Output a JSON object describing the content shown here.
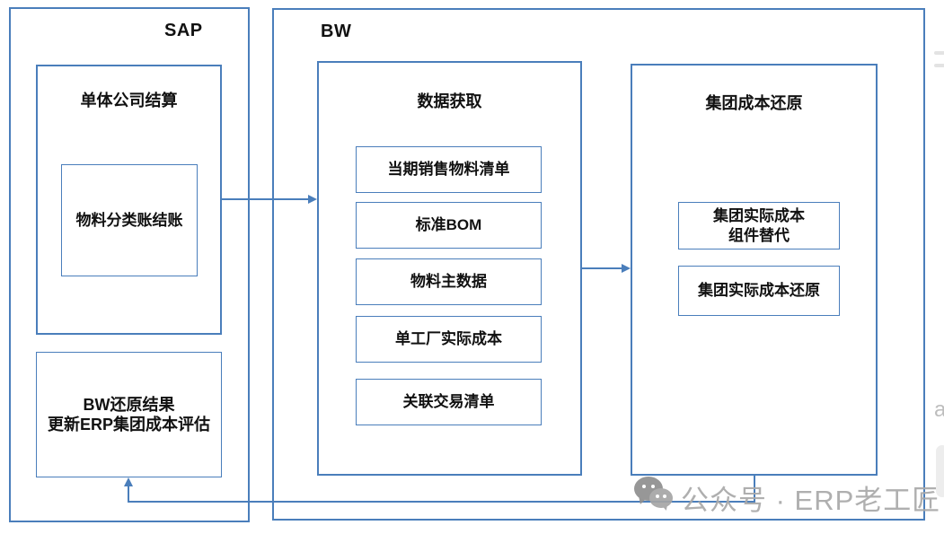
{
  "diagram": {
    "colors": {
      "line_blue": "#4a7ebb",
      "text_black": "#111111",
      "watermark_gray": "#a9a9a9"
    },
    "sap": {
      "label": "SAP",
      "company_settlement": {
        "title": "单体公司结算",
        "ledger_item": "物料分类账结账"
      },
      "bw_result": {
        "line1": "BW还原结果",
        "line2": "更新ERP集团成本评估"
      }
    },
    "bw": {
      "label": "BW",
      "data_acquisition": {
        "title": "数据获取",
        "items": [
          "当期销售物料清单",
          "标准BOM",
          "物料主数据",
          "单工厂实际成本",
          "关联交易清单"
        ]
      },
      "group_cost_restore": {
        "title": "集团成本还原",
        "item1_line1": "集团实际成本",
        "item1_line2": "组件替代",
        "item2": "集团实际成本还原"
      }
    },
    "flows": [
      {
        "from": "company-settlement",
        "to": "data-acquisition"
      },
      {
        "from": "data-acquisition",
        "to": "group-cost-restore"
      },
      {
        "from": "group-cost-restore",
        "to": "bw-result"
      }
    ],
    "watermark": {
      "icon": "wechat-icon",
      "text": "公众号 · ERP老工匠",
      "edge_glyph": "a"
    }
  }
}
